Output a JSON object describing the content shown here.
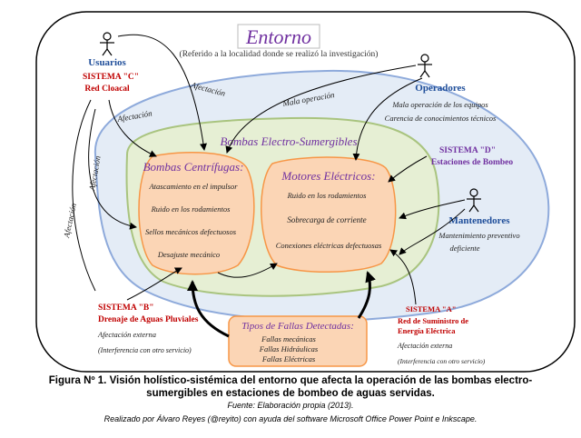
{
  "env": {
    "title": "Entorno",
    "subtitle": "(Referido a la localidad donde se realizó la investigación)"
  },
  "core": {
    "title": "Bombas Electro-Sumergibles"
  },
  "pumps": {
    "title": "Bombas Centrífugas:",
    "items": [
      "Atascamiento en el impulsor",
      "Ruido en los rodamientos",
      "Sellos mecánicos defectuosos",
      "Desajuste mecánico"
    ]
  },
  "motors": {
    "title": "Motores Eléctricos:",
    "items": [
      "Ruido en los rodamientos",
      "Sobrecarga de corriente",
      "Conexiones eléctricas defectuosas"
    ]
  },
  "faults": {
    "title": "Tipos de Fallas Detectadas:",
    "items": [
      "Fallas mecánicas",
      "Fallas Hidráulicas",
      "Fallas Eléctricas"
    ]
  },
  "actors": {
    "users": "Usuarios",
    "operators": "Operadores",
    "maintainers": "Mantenedores"
  },
  "system_c": {
    "label": "SISTEMA \"C\"",
    "name": "Red Cloacal"
  },
  "system_b": {
    "label": "SISTEMA \"B\"",
    "name": "Drenaje de Aguas Pluviales",
    "note1": "Afectación externa",
    "note2": "(Interferencia con otro servicio)"
  },
  "system_a": {
    "label": "SISTEMA \"A\"",
    "name1": "Red de Suministro de",
    "name2": "Energía Eléctrica",
    "note1": "Afectación externa",
    "note2": "(Interferencia con otro servicio)"
  },
  "system_d": {
    "label": "SISTEMA \"D\"",
    "name": "Estaciones de Bombeo"
  },
  "operators_notes": [
    "Mala operación de los equipos",
    "Carencia de conocimientos técnicos"
  ],
  "maint_notes": [
    "Mantenimiento preventivo",
    "deficiente"
  ],
  "arrow_labels": {
    "afectacion1": "Afectación",
    "afectacion2": "Afectación",
    "afectacion3": "Afectación",
    "afectacion4": "Afectación",
    "mala_operacion": "Mala operación"
  },
  "caption": {
    "title_line1": "Figura Nº 1. Visión holístico-sistémica del entorno que afecta la operación de las bombas electro-",
    "title_line2": "sumergibles en estaciones de bombeo de aguas servidas.",
    "source": "Fuente: Elaboración propia (2013).",
    "credit": "Realizado por Álvaro Reyes (@reyito) con ayuda del software Microsoft Office Power Point  e Inkscape."
  },
  "colors": {
    "outer_border": "#000000",
    "environment_fill": "#e4ecf6",
    "environment_stroke": "#8eaadb",
    "core_fill": "#e6efd4",
    "core_stroke": "#a9c47f",
    "box_fill": "#fbd5b5",
    "box_stroke": "#f79646",
    "system_red": "#c00000",
    "actor_blue": "#1f4e9a",
    "purple": "#7030a0"
  }
}
